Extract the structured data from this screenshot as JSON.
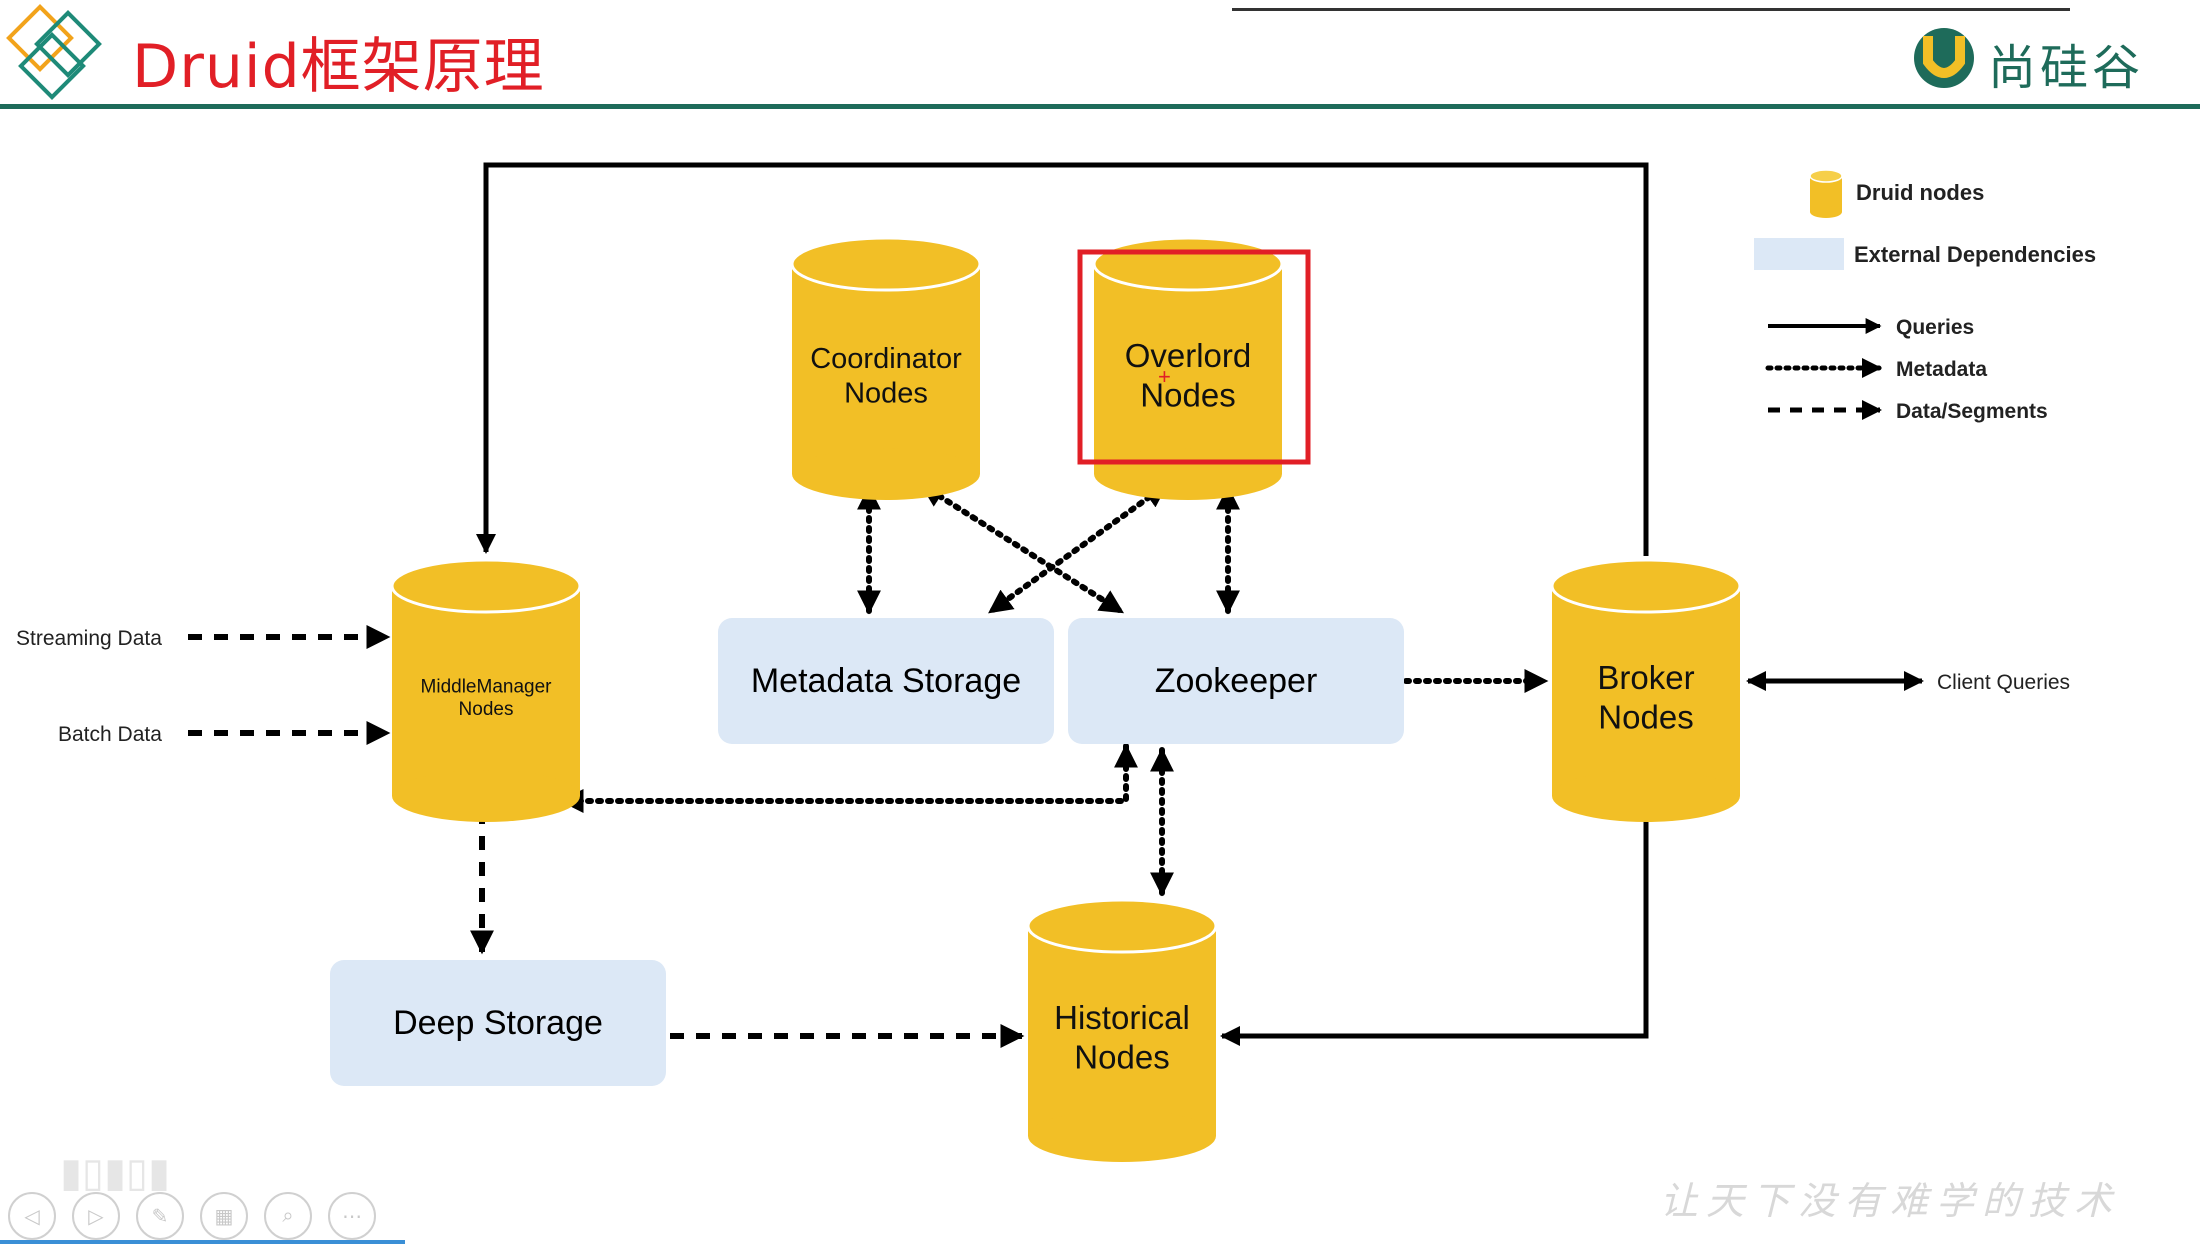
{
  "slide": {
    "title": "Druid框架原理",
    "brand": "尚硅谷",
    "watermark": "让天下没有难学的技术"
  },
  "nodes": {
    "coordinator": "Coordinator\nNodes",
    "overlord": "Overlord\nNodes",
    "middlemanager": "MiddleManager\nNodes",
    "broker": "Broker\nNodes",
    "historical": "Historical\nNodes",
    "metadata_storage": "Metadata Storage",
    "zookeeper": "Zookeeper",
    "deep_storage": "Deep Storage"
  },
  "inputs": {
    "streaming": "Streaming Data",
    "batch": "Batch Data",
    "client": "Client Queries"
  },
  "legend": {
    "druid_nodes": "Druid nodes",
    "external": "External Dependencies",
    "queries": "Queries",
    "metadata": "Metadata",
    "data_segments": "Data/Segments"
  },
  "colors": {
    "node_fill": "#f2bf26",
    "dependency_fill": "#dce8f6",
    "title_red": "#e11f26",
    "highlight_box": "#e11f26",
    "rule_green": "#1e6b5a"
  },
  "presentation_controls": [
    "previous",
    "next",
    "pen",
    "slides",
    "zoom",
    "more"
  ]
}
